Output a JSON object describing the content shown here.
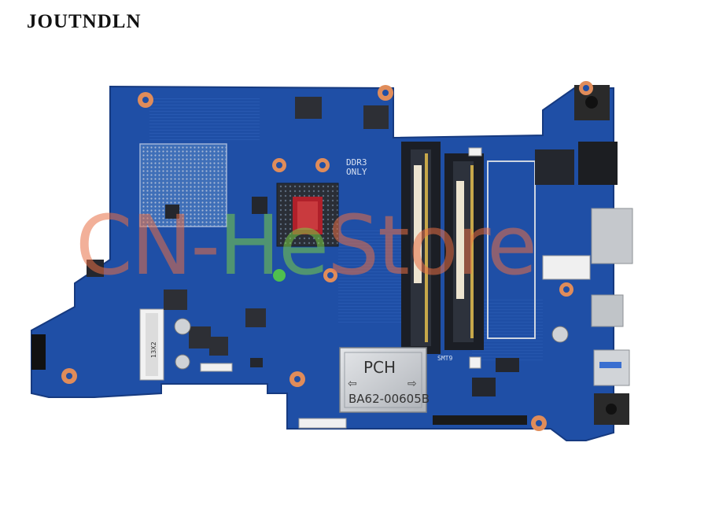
{
  "brand": {
    "name": "JOUTNDLN"
  },
  "board": {
    "ddr_label": "DDR3",
    "ddr_sublabel": "ONLY",
    "pch_label": "PCH",
    "part_number": "BA62-00605B",
    "connector_label": "13X2",
    "small_label": "SMT9"
  },
  "watermark": {
    "part1": "CN-",
    "part2": "He",
    "part3": "Store"
  },
  "colors": {
    "pcb": "#1f4fa6",
    "pcb_dark": "#183e88",
    "shield": "#c9ccd0",
    "cpu": "#b0202a",
    "pad": "#e08c5a"
  }
}
